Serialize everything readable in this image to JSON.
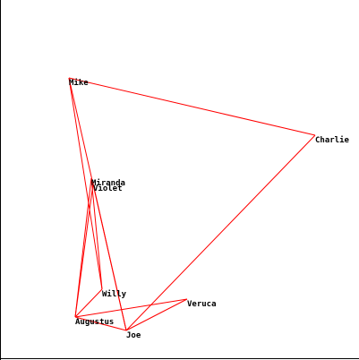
{
  "graph": {
    "edge_color": "#ff0000",
    "label_color": "#000000",
    "frame_color": "#000000",
    "nodes": [
      {
        "id": "mike",
        "label": "Mike"
      },
      {
        "id": "charlie",
        "label": "Charlie"
      },
      {
        "id": "miranda",
        "label": "Miranda"
      },
      {
        "id": "violet",
        "label": "Violet"
      },
      {
        "id": "willy",
        "label": "Willy"
      },
      {
        "id": "veruca",
        "label": "Veruca"
      },
      {
        "id": "augustus",
        "label": "Augustus"
      },
      {
        "id": "joe",
        "label": "Joe"
      }
    ],
    "edges": [
      [
        "mike",
        "charlie"
      ],
      [
        "mike",
        "willy"
      ],
      [
        "mike",
        "joe"
      ],
      [
        "charlie",
        "joe"
      ],
      [
        "miranda",
        "augustus"
      ],
      [
        "miranda",
        "willy"
      ],
      [
        "violet",
        "augustus"
      ],
      [
        "violet",
        "joe"
      ],
      [
        "augustus",
        "willy"
      ],
      [
        "augustus",
        "veruca"
      ],
      [
        "augustus",
        "joe"
      ],
      [
        "joe",
        "veruca"
      ]
    ]
  }
}
